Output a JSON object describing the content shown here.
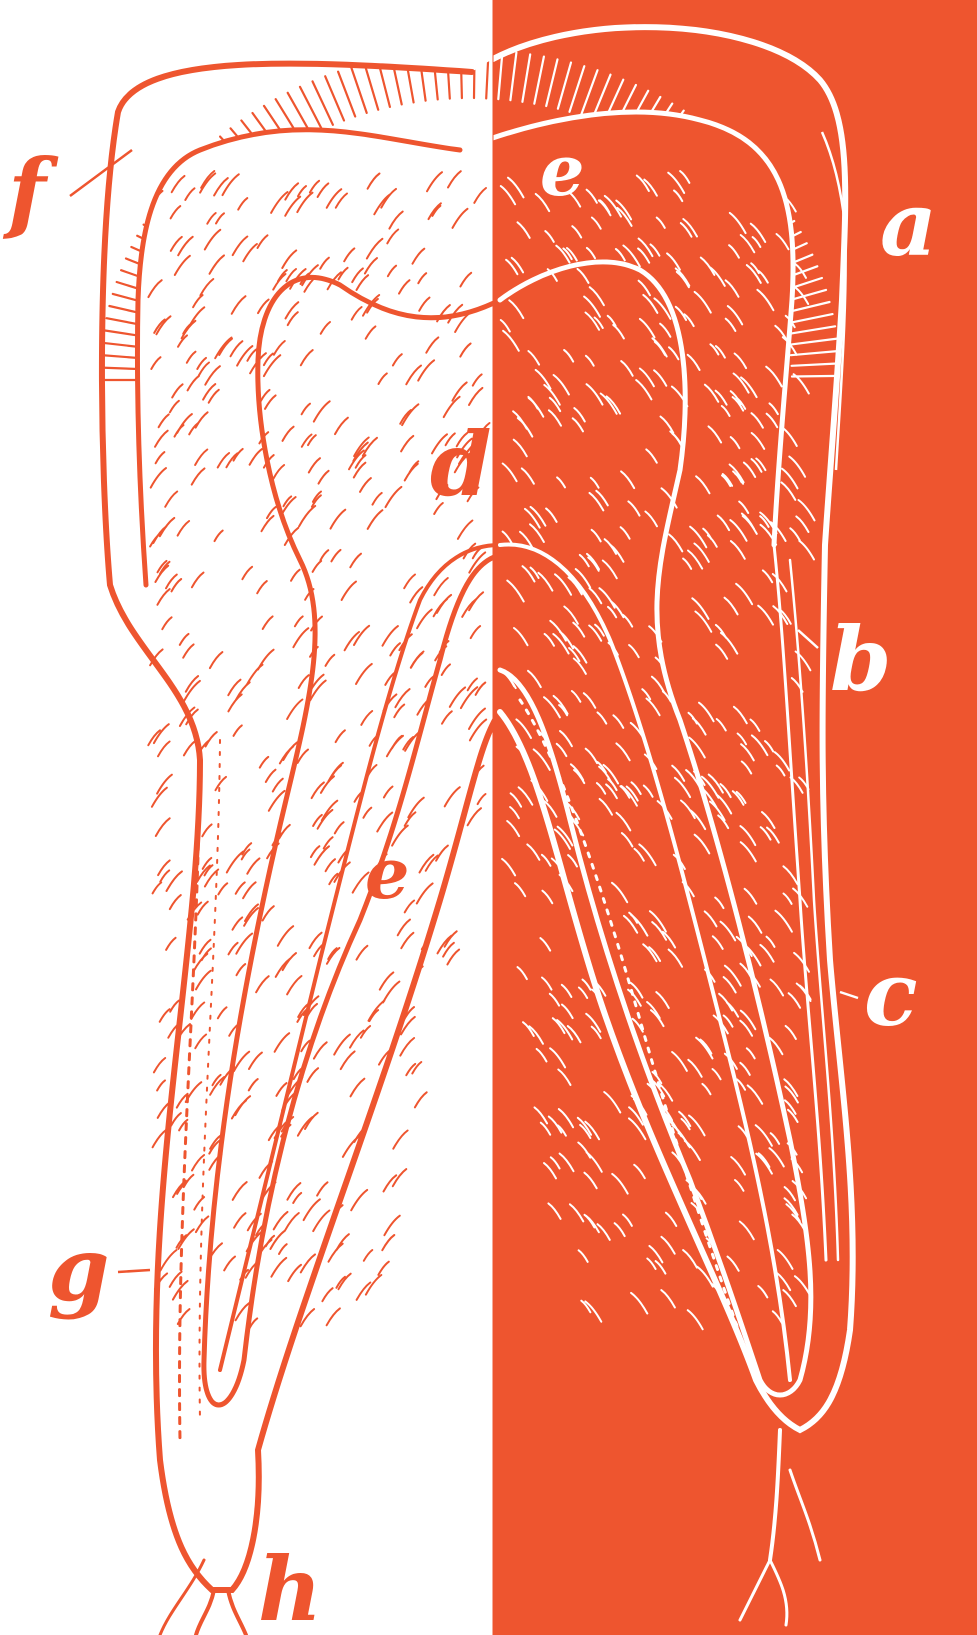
{
  "colors": {
    "ink": "#ee552f",
    "paper": "#ffffff",
    "panel": "#ee552f",
    "panel_ink": "#ffffff"
  },
  "figure": {
    "subject": "longitudinal section of a molar tooth",
    "labels": {
      "a": "a",
      "b": "b",
      "c": "c",
      "d": "d",
      "e_crown": "e",
      "e_root": "e",
      "f": "f",
      "g": "g",
      "h": "h"
    }
  }
}
